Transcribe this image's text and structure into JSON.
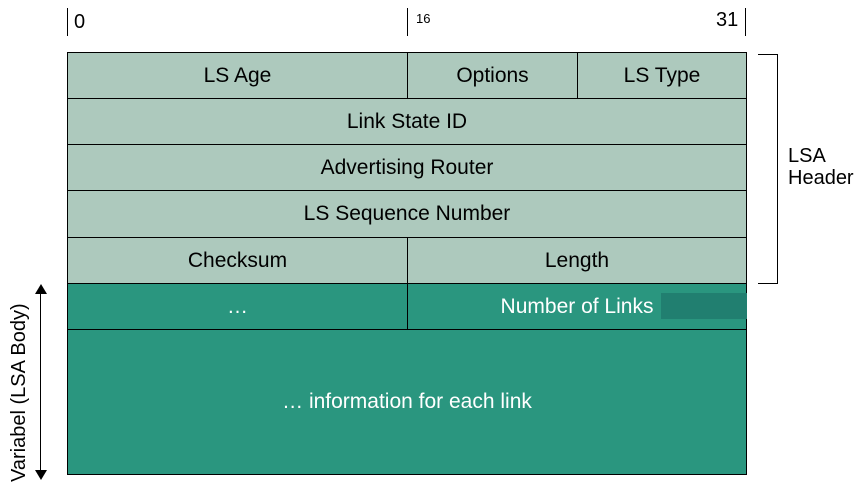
{
  "bit_labels": {
    "start": "0",
    "middle": "16",
    "end": "31"
  },
  "header_rows": {
    "ls_age": "LS Age",
    "options": "Options",
    "ls_type": "LS Type",
    "link_state_id": "Link State ID",
    "advertising_router": "Advertising Router",
    "ls_sequence_number": "LS Sequence Number",
    "checksum": "Checksum",
    "length": "Length"
  },
  "body_rows": {
    "ellipsis": "…",
    "number_of_links": "Number of Links",
    "information": "… information for each link"
  },
  "side_labels": {
    "lsa_header_line1": "LSA",
    "lsa_header_line2": "Header",
    "variable_body": "Variabel (LSA Body)"
  },
  "colors": {
    "header_fill": "#adc9bd",
    "body_fill": "#2a967f",
    "body_text": "#ffffff"
  }
}
